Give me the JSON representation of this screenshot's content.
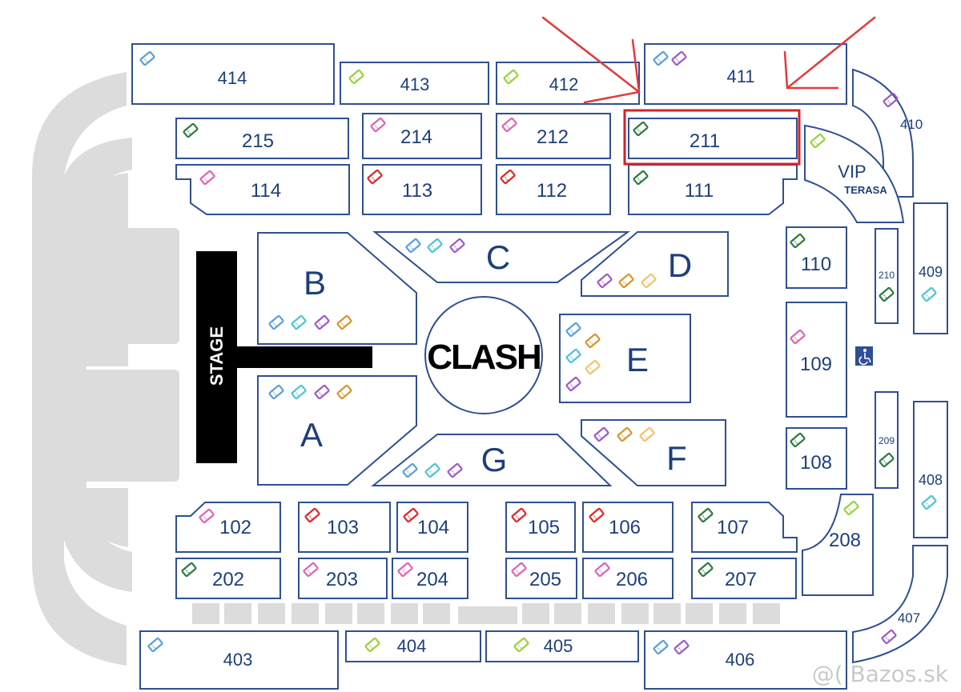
{
  "colors": {
    "outline": "#2f4f93",
    "label": "#1d3f7a",
    "grey": "#dcdcdc",
    "stage": "#000000",
    "highlight": "#d2232a",
    "arrow": "#e23a3a",
    "ticket_blue": "#5aa0dc",
    "ticket_cyan": "#4fc4d8",
    "ticket_purple": "#a05ac8",
    "ticket_orange": "#d8962c",
    "ticket_peach": "#f2c46c",
    "ticket_pink": "#e064b4",
    "ticket_red": "#e02828",
    "ticket_green": "#2e7a3e",
    "ticket_lime": "#9ad23c"
  },
  "stage": {
    "label": "STAGE"
  },
  "logo": {
    "text": "CLASH"
  },
  "watermark": {
    "text": "@( Bazos.sk"
  },
  "highlight": {
    "section": "211"
  },
  "sections": {
    "s414": "414",
    "s413": "413",
    "s412": "412",
    "s411": "411",
    "s410": "410",
    "s215": "215",
    "s214": "214",
    "s212": "212",
    "s211": "211",
    "s114": "114",
    "s113": "113",
    "s112": "112",
    "s111": "111",
    "vip": "VIP",
    "terasa": "TERASA",
    "sB": "B",
    "sC": "C",
    "sD": "D",
    "sE": "E",
    "sF": "F",
    "sG": "G",
    "sA": "A",
    "s110": "110",
    "s210": "210",
    "s409": "409",
    "s109": "109",
    "s209": "209",
    "s108": "108",
    "s408": "408",
    "s102": "102",
    "s103": "103",
    "s104": "104",
    "s105": "105",
    "s106": "106",
    "s107": "107",
    "s208": "208",
    "s202": "202",
    "s203": "203",
    "s204": "204",
    "s205": "205",
    "s206": "206",
    "s207": "207",
    "s403": "403",
    "s404": "404",
    "s405": "405",
    "s406": "406",
    "s407": "407"
  },
  "accessibility": {
    "icon": "wheelchair-icon"
  }
}
